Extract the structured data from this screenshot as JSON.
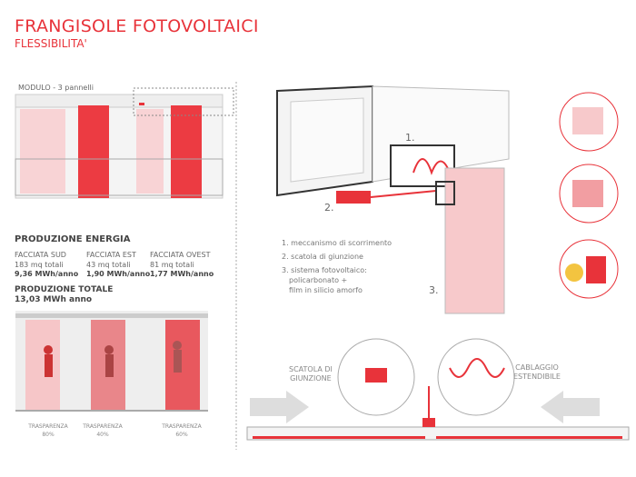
{
  "header": {
    "title": "FRANGISOLE FOTOVOLTAICI",
    "subtitle": "FLESSIBILITA'"
  },
  "module": {
    "label": "MODULO - 3 pannelli"
  },
  "energy": {
    "heading": "PRODUZIONE ENERGIA",
    "facades": [
      {
        "name": "FACCIATA SUD",
        "area": "183 mq totali",
        "output": "9,36 MWh/anno"
      },
      {
        "name": "FACCIATA EST",
        "area": "43 mq totali",
        "output": "1,90 MWh/anno"
      },
      {
        "name": "FACCIATA OVEST",
        "area": "81 mq totali",
        "output": "1,77 MWh/anno"
      }
    ],
    "total_heading": "PRODUZIONE TOTALE",
    "total_value": "13,03 MWh anno"
  },
  "transparency": [
    {
      "label": "TRASPARENZA",
      "value": "80%"
    },
    {
      "label": "TRASPARENZA",
      "value": "40%"
    },
    {
      "label": "TRASPARENZA",
      "value": "60%"
    }
  ],
  "callouts": {
    "n1": "1.",
    "n2": "2.",
    "n3": "3."
  },
  "legend": [
    "1. meccanismo di scorrimento",
    "2. scatola di giunzione",
    "3. sistema fotovoltaico:",
    "policarbonato +",
    "film in silicio amorfo"
  ],
  "section": {
    "left_label_1": "SCATOLA DI",
    "left_label_2": "GIUNZIONE",
    "right_label_1": "CABLAGGIO",
    "right_label_2": "ESTENDIBILE"
  },
  "colors": {
    "accent": "#e8333a",
    "panel_light": "#f5b5b8",
    "grey": "#bbbbbb"
  }
}
